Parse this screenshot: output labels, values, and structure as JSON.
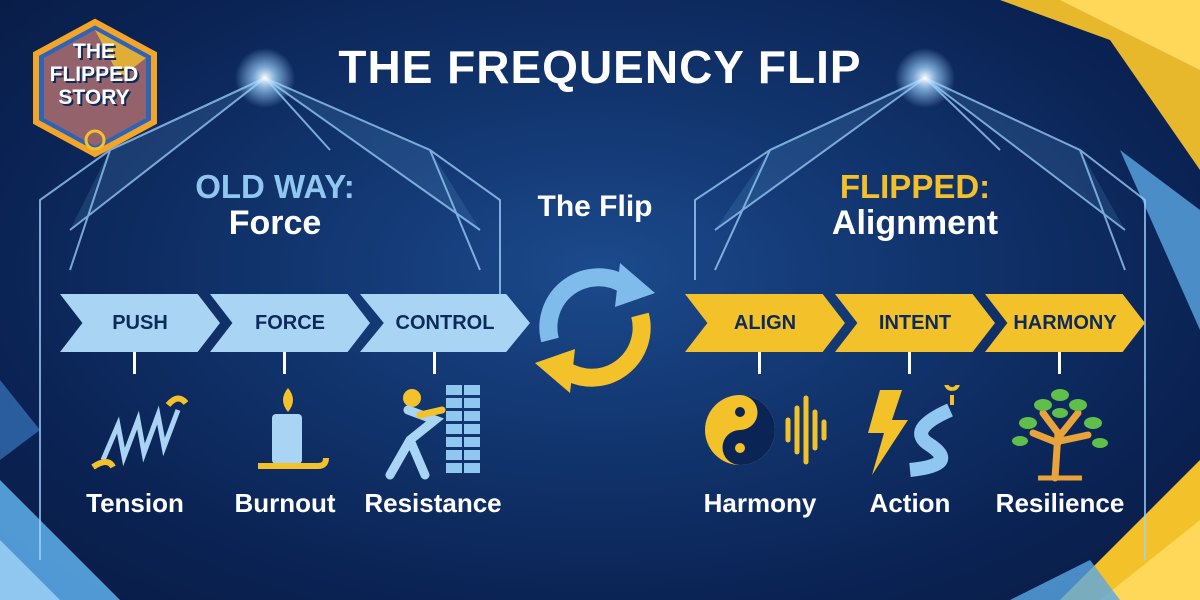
{
  "title": "THE FREQUENCY FLIP",
  "logo": {
    "line1": "THE",
    "line2": "FLIPPED",
    "line3": "STORY"
  },
  "left": {
    "heading_line1": "OLD WAY:",
    "heading_line2": "Force",
    "steps": [
      "PUSH",
      "FORCE",
      "CONTROL"
    ],
    "outcomes": [
      "Tension",
      "Burnout",
      "Resistance"
    ]
  },
  "center": {
    "label": "The Flip"
  },
  "right": {
    "heading_line1": "FLIPPED:",
    "heading_line2": "Alignment",
    "steps": [
      "ALIGN",
      "INTENT",
      "HARMONY"
    ],
    "outcomes": [
      "Harmony",
      "Action",
      "Resilience"
    ]
  },
  "colors": {
    "blue": "#a9d4f4",
    "yellow": "#f3c12a",
    "navy": "#0b2456"
  },
  "icons": [
    "spring-icon",
    "candle-icon",
    "person-pushing-wall-icon",
    "yin-yang-sound-icon",
    "lightning-path-icon",
    "tree-icon",
    "refresh-arrows-icon"
  ]
}
